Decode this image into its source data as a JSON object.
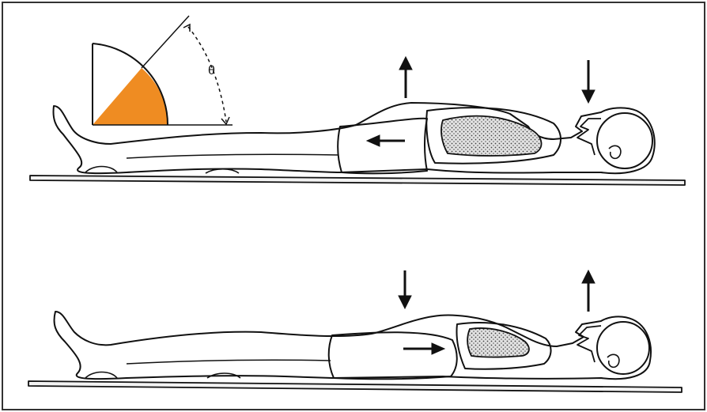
{
  "angle_label": "θ",
  "colors": {
    "sector_fill": "#ef8c22",
    "outline": "#111111",
    "lung_fill": "#d8d8d8",
    "frame_border": "#333333"
  },
  "panels": [
    {
      "state": "upper",
      "arrows": [
        "up-arrow-abdomen",
        "down-arrow-head",
        "left-arrow-abdomen"
      ]
    },
    {
      "state": "lower",
      "arrows": [
        "down-arrow-abdomen",
        "up-arrow-head",
        "right-arrow-abdomen"
      ]
    }
  ]
}
